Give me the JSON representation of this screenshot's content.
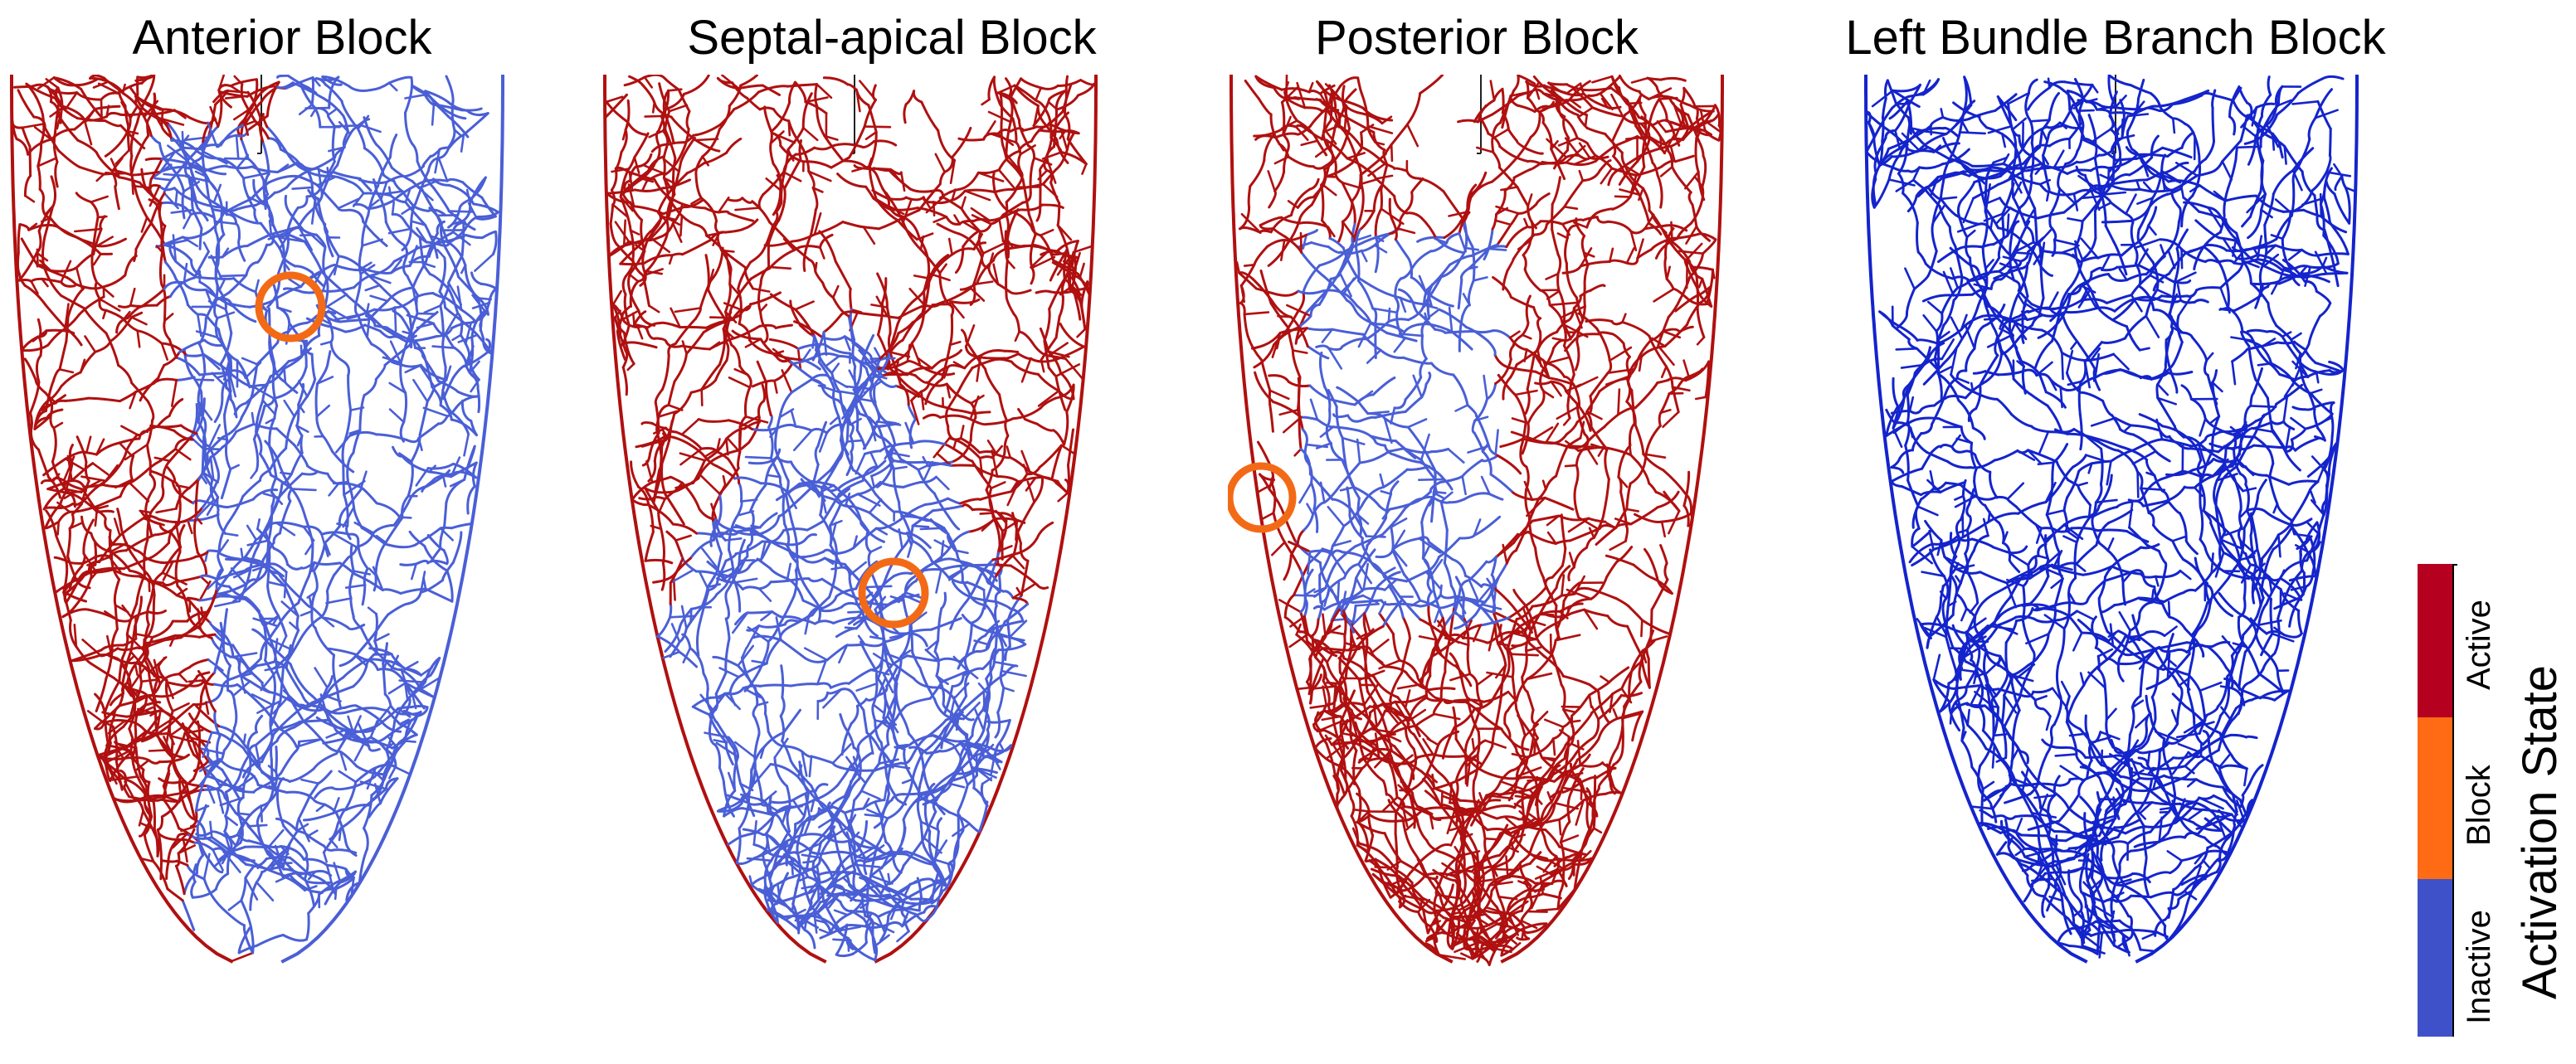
{
  "panels": [
    {
      "title": "Anterior Block",
      "block": "anterior",
      "marker": true
    },
    {
      "title": "Septal-apical Block",
      "block": "septal",
      "marker": true
    },
    {
      "title": "Posterior Block",
      "block": "posterior",
      "marker": true
    },
    {
      "title": "Left Bundle Branch Block",
      "block": "lbbb",
      "marker": false
    }
  ],
  "legend": {
    "title": "Activation State",
    "states": [
      {
        "label": "Active",
        "color": "#b5001f"
      },
      {
        "label": "Block",
        "color": "#ff6a14"
      },
      {
        "label": "Inactive",
        "color": "#3f51c9"
      }
    ]
  },
  "colors": {
    "active_branch": "#b01010",
    "inactive_branch": "#4a5fd6",
    "lbbb_branch": "#1424cc",
    "block_marker": "#f36a16"
  }
}
